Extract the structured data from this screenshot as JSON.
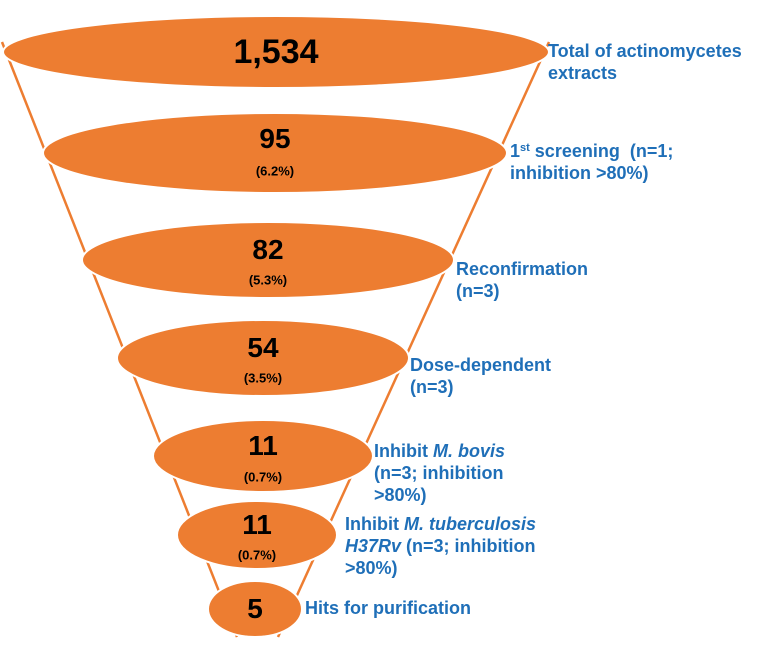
{
  "colors": {
    "stage_fill": "#ED7D31",
    "stage_outline": "#ffffff",
    "funnel_line": "#ED7D31",
    "label_text": "#1f6fb8",
    "value_text": "#000000"
  },
  "funnel": {
    "stages": [
      {
        "value": "1,534",
        "percent": "",
        "label_lines": [
          "Total of actinomycetes",
          "extracts"
        ]
      },
      {
        "value": "95",
        "percent": "(6.2%)",
        "label_lines": [
          {
            "base": "1",
            "sup": "st",
            "rest": " screening  (n=1;"
          },
          "inhibition >80%)"
        ]
      },
      {
        "value": "82",
        "percent": "(5.3%)",
        "label_lines": [
          "Reconfirmation",
          "(n=3)"
        ]
      },
      {
        "value": "54",
        "percent": "(3.5%)",
        "label_lines": [
          "Dose-dependent",
          "(n=3)"
        ]
      },
      {
        "value": "11",
        "percent": "(0.7%)",
        "label_lines": [
          {
            "plain": "Inhibit ",
            "italic": "M. bovis"
          },
          "(n=3; inhibition",
          ">80%)"
        ]
      },
      {
        "value": "11",
        "percent": "(0.7%)",
        "label_lines": [
          {
            "plain": "Inhibit ",
            "italic": "M. tuberculosis"
          },
          {
            "italic": "H37Rv",
            "plain_after": " (n=3; inhibition"
          },
          ">80%)"
        ]
      },
      {
        "value": "5",
        "percent": "",
        "label_lines": [
          "Hits for purification"
        ]
      }
    ]
  }
}
